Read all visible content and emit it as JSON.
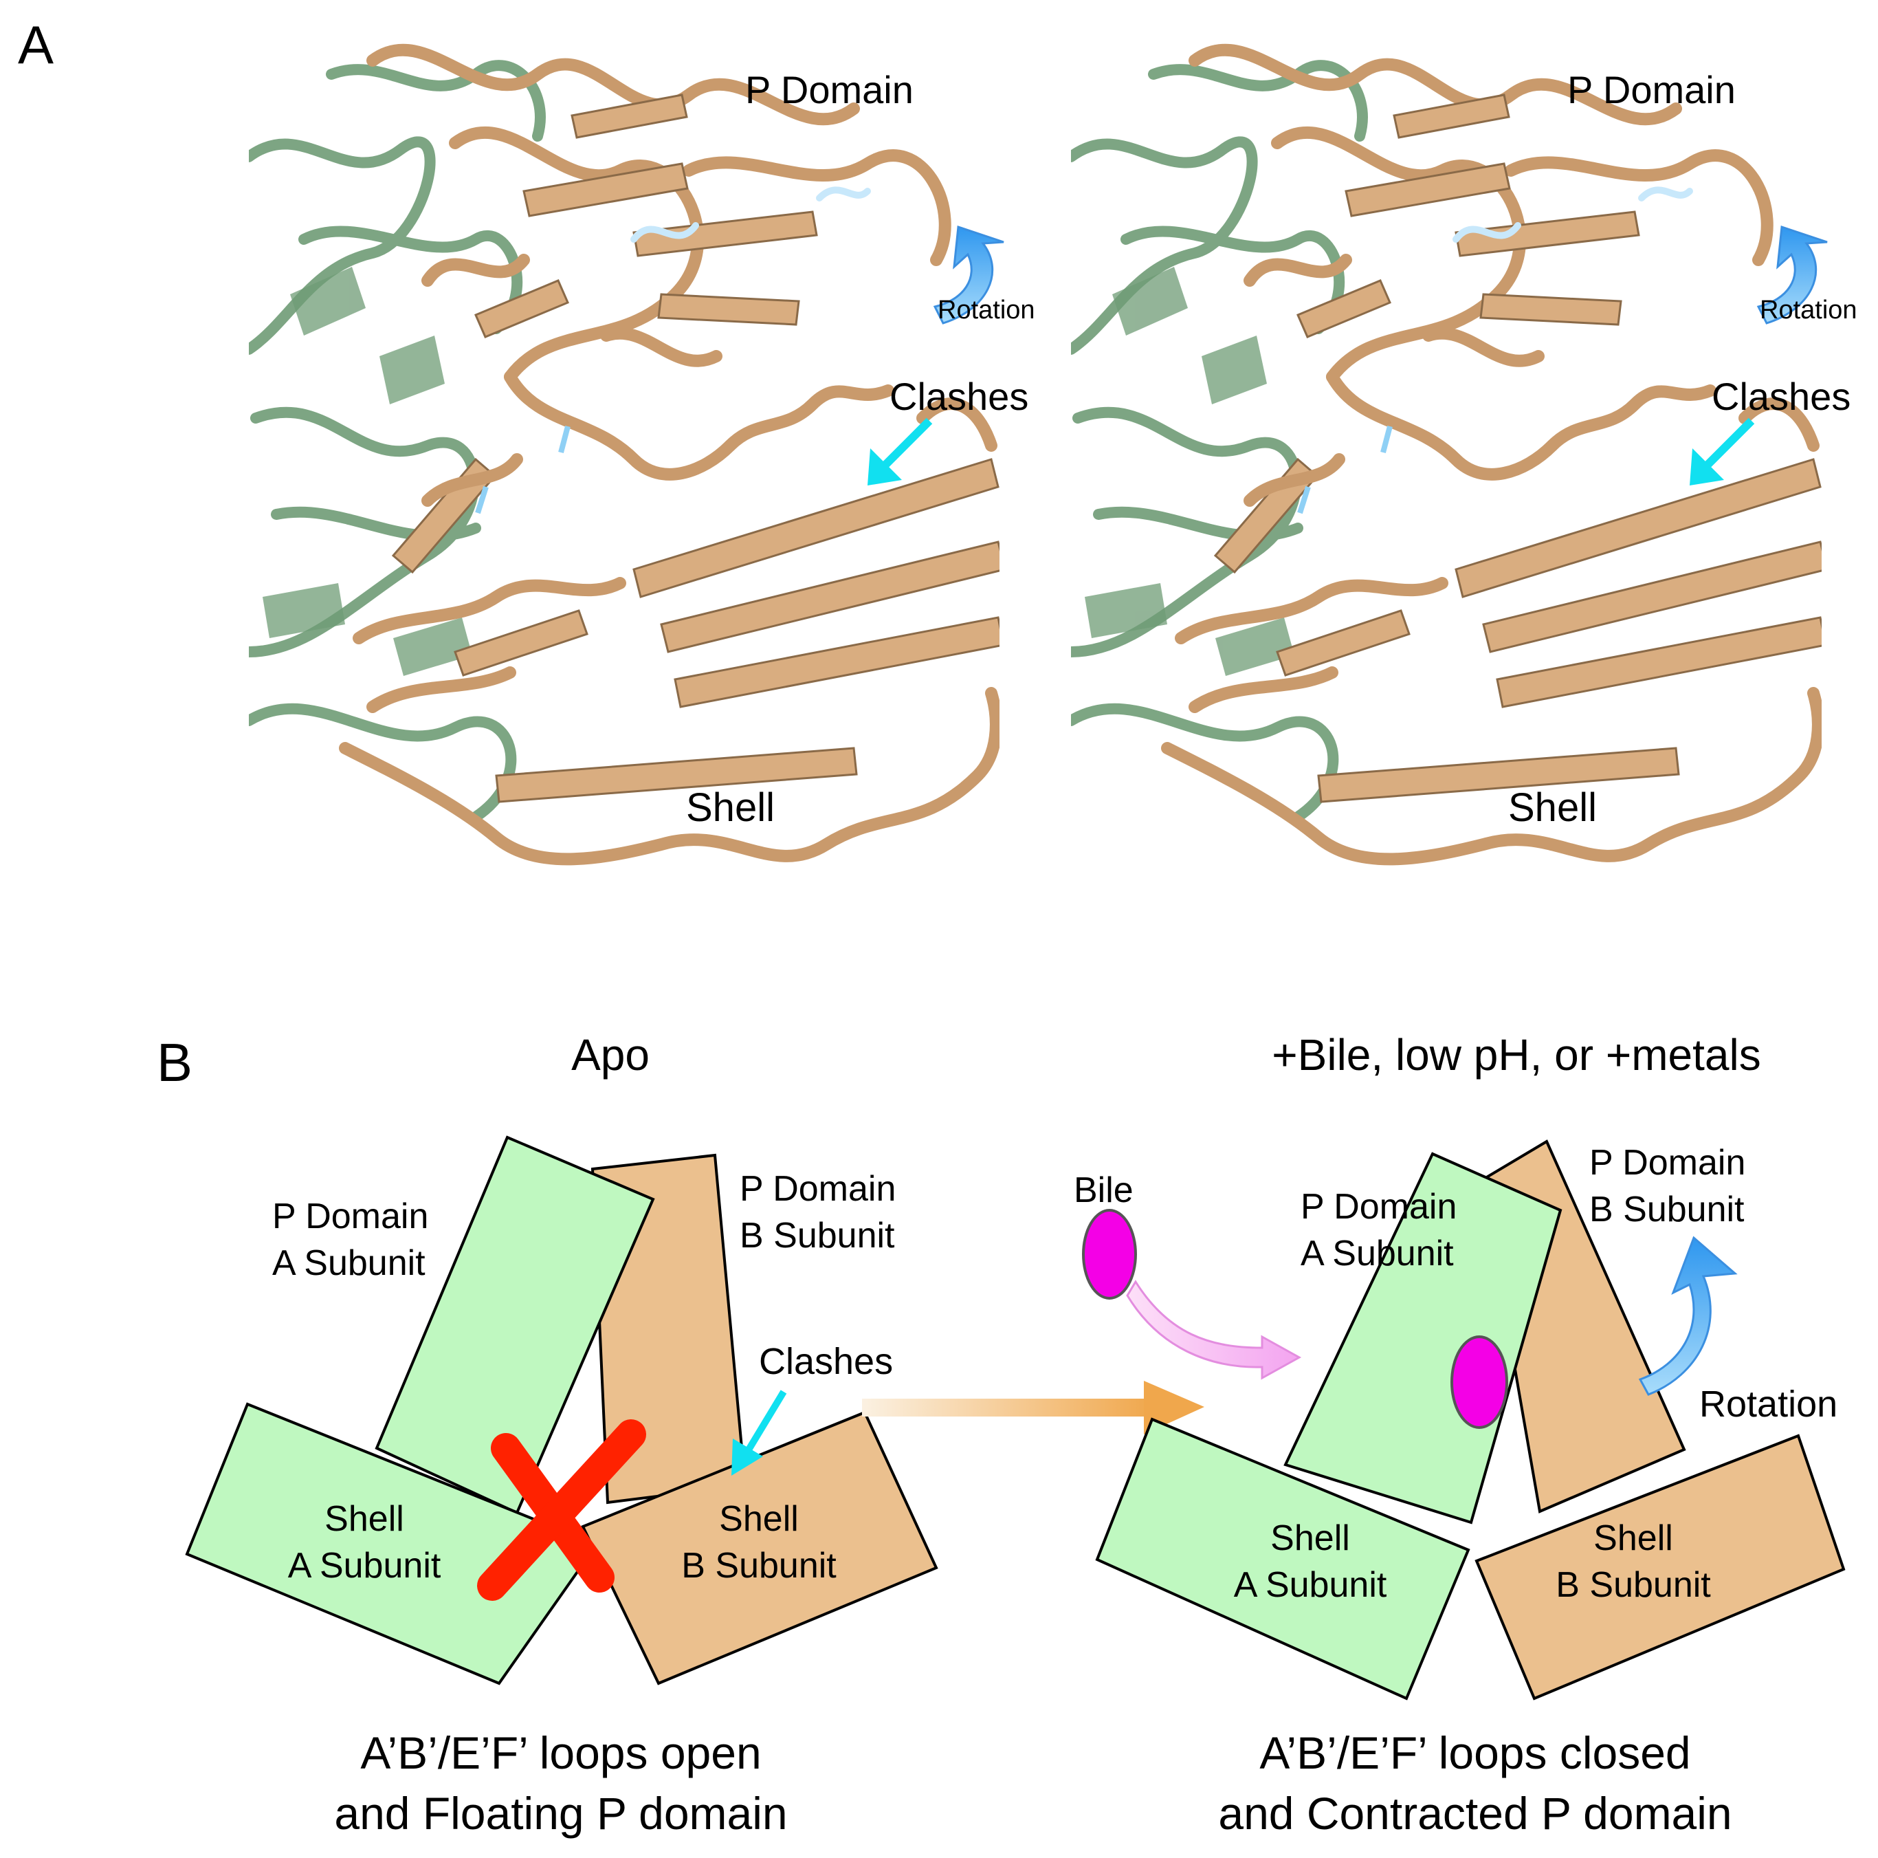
{
  "panel_a": {
    "letter": "A",
    "left": {
      "p_domain_label": "P Domain",
      "rotation_label": "Rotation",
      "clashes_label": "Clashes",
      "shell_label": "Shell"
    },
    "right": {
      "p_domain_label": "P Domain",
      "rotation_label": "Rotation",
      "clashes_label": "Clashes",
      "shell_label": "Shell"
    }
  },
  "panel_b": {
    "letter": "B",
    "apo": {
      "title": "Apo",
      "p_domain_a": [
        "P Domain",
        "A Subunit"
      ],
      "p_domain_b": [
        "P Domain",
        "B Subunit"
      ],
      "shell_a": [
        "Shell",
        "A Subunit"
      ],
      "shell_b": [
        "Shell",
        "B Subunit"
      ],
      "clashes_label": "Clashes",
      "caption": [
        "A’B’/E’F’ loops open",
        "and Floating P domain"
      ]
    },
    "bound": {
      "title": "+Bile, low pH, or +metals",
      "bile_label": "Bile",
      "p_domain_a": [
        "P Domain",
        "A Subunit"
      ],
      "p_domain_b": [
        "P Domain",
        "B Subunit"
      ],
      "shell_a": [
        "Shell",
        "A Subunit"
      ],
      "shell_b": [
        "Shell",
        "B Subunit"
      ],
      "rotation_label": "Rotation",
      "caption": [
        "A’B’/E’F’ loops closed",
        "and Contracted P domain"
      ]
    }
  },
  "colors": {
    "subunit_a": "#bff8c0",
    "subunit_b": "#ebc08e",
    "ribbon_tan": "#d6a97c",
    "ribbon_green": "#6f9c76",
    "clash_arrow": "#11e0f0",
    "rotation_arrow": "#49aaf2",
    "bile": "#f400e6",
    "red_x": "#ff2200",
    "transition_arrow": "#f0a74c"
  }
}
